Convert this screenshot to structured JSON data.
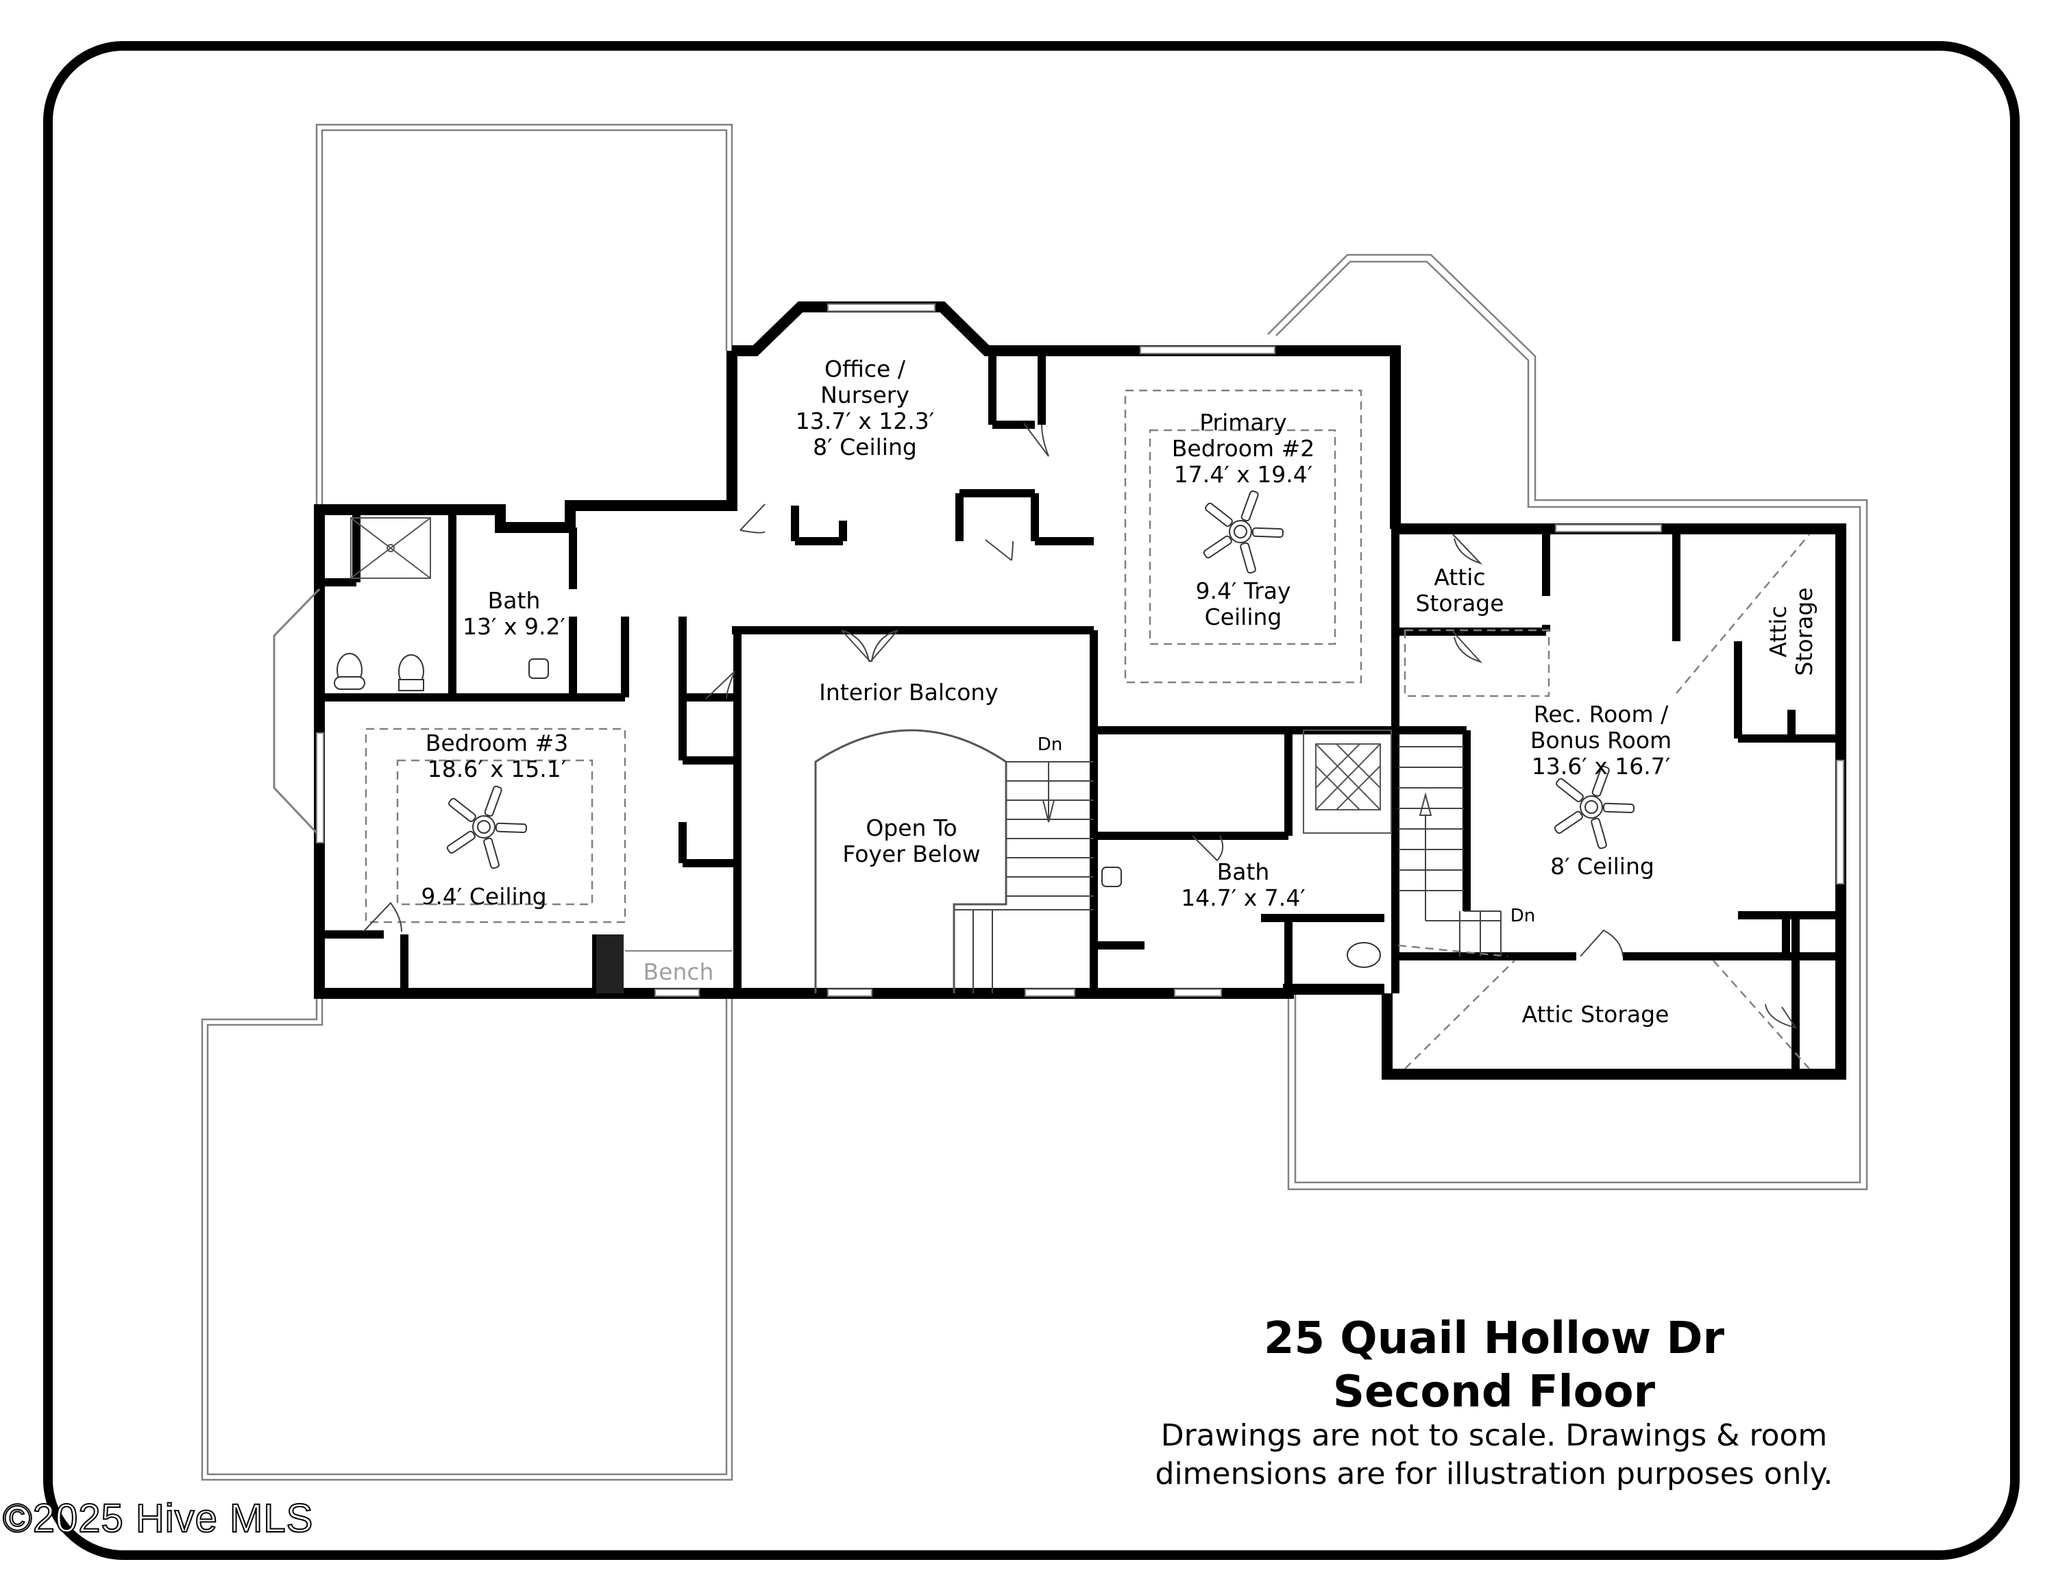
{
  "document": {
    "address": "25 Quail Hollow Dr",
    "floor": "Second Floor",
    "disclaimer_line1": "Drawings are not to scale. Drawings & room",
    "disclaimer_line2": "dimensions are for illustration purposes only.",
    "watermark": "©2025 Hive MLS"
  },
  "rooms": {
    "office": {
      "name_line1": "Office /",
      "name_line2": "Nursery",
      "dims": "13.7′ x 12.3′",
      "ceiling": "8′ Ceiling"
    },
    "primary_bedroom": {
      "name_line1": "Primary",
      "name_line2": "Bedroom #2",
      "dims": "17.4′ x 19.4′",
      "ceiling_line1": "9.4′ Tray",
      "ceiling_line2": "Ceiling"
    },
    "bath_left": {
      "name": "Bath",
      "dims": "13′ x 9.2′"
    },
    "bedroom3": {
      "name": "Bedroom #3",
      "dims": "18.6′ x 15.1′",
      "ceiling": "9.4′ Ceiling"
    },
    "interior_balcony": {
      "name": "Interior Balcony"
    },
    "open_foyer": {
      "line1": "Open To",
      "line2": "Foyer Below"
    },
    "bath_center": {
      "name": "Bath",
      "dims": "14.7′ x 7.4′"
    },
    "attic_storage_top": {
      "line1": "Attic",
      "line2": "Storage"
    },
    "attic_storage_right": {
      "line1": "Attic",
      "line2": "Storage"
    },
    "rec_room": {
      "name_line1": "Rec. Room /",
      "name_line2": "Bonus Room",
      "dims": "13.6′ x 16.7′",
      "ceiling": "8′ Ceiling"
    },
    "attic_storage_bottom": {
      "name": "Attic Storage"
    }
  },
  "fixtures": {
    "bench_label": "Bench",
    "stairs_down_1": "Dn",
    "stairs_down_2": "Dn"
  },
  "colors": {
    "wall": "#000000",
    "outline": "#808080",
    "background": "#ffffff",
    "bench_text": "#a0a0a0"
  }
}
